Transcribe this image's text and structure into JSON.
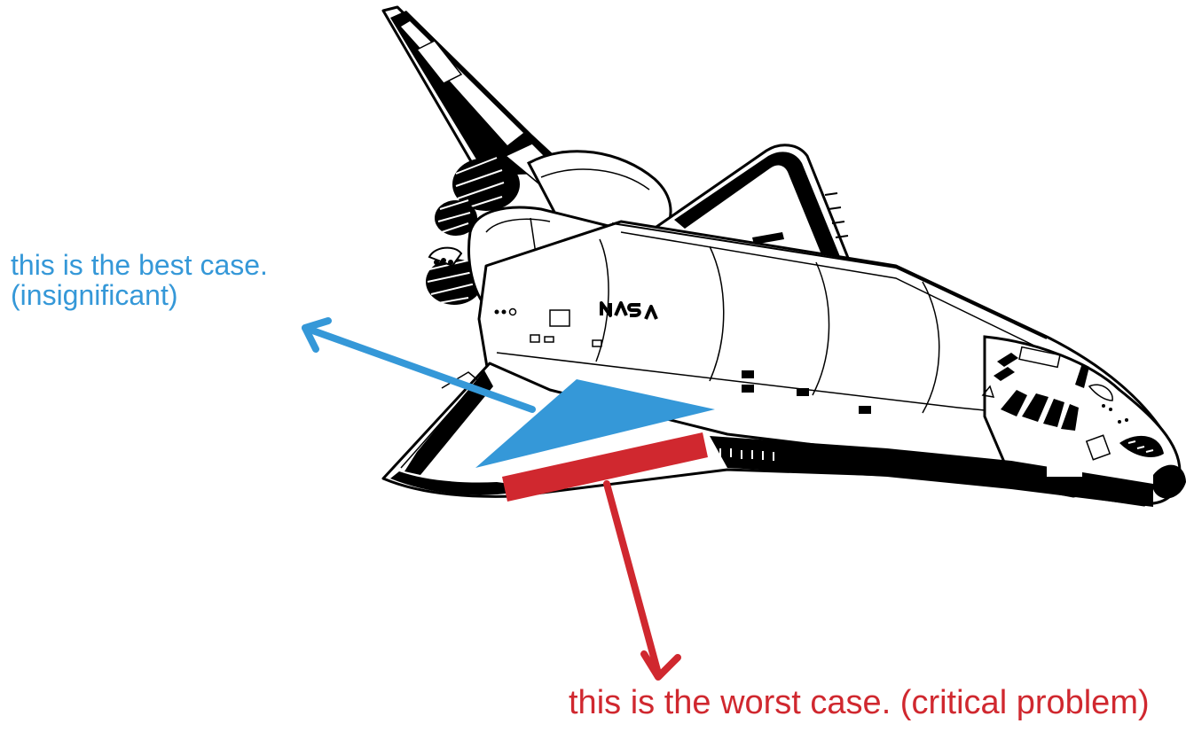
{
  "colors": {
    "best": "#3598d8",
    "worst": "#d0282f",
    "ink": "#000000",
    "paper": "#ffffff"
  },
  "orbiter": {
    "logo_text": "NASA"
  },
  "annotations": {
    "best": {
      "line1": "this is the best case.",
      "line2": "(insignificant)"
    },
    "worst": {
      "text": "this is the worst case. (critical problem)"
    }
  }
}
